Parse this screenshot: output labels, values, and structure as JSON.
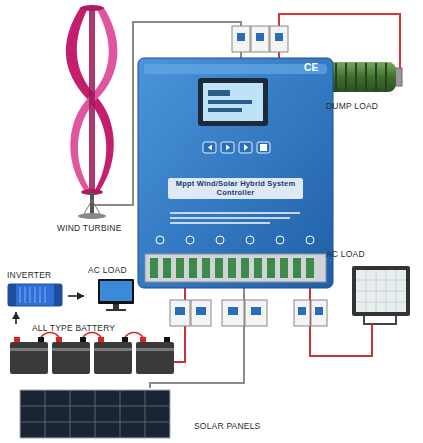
{
  "diagram": {
    "nodes": [
      {
        "text": [
          "WIND TURBINE"
        ]
      },
      {
        "text": [
          "DUMP LOAD"
        ]
      },
      {
        "text": [
          "Mppt Wind/Solar Hybrid System Controller"
        ]
      },
      {
        "text": [
          "AC LOAD"
        ]
      },
      {
        "text": [
          "INVERTER"
        ]
      },
      {
        "text": [
          "AC LOAD"
        ]
      },
      {
        "text": [
          "ALL TYPE BATTERY"
        ]
      },
      {
        "text": [
          "SOLAR PANELS"
        ]
      }
    ],
    "edges": [
      {
        "from": 0,
        "to": 2,
        "arrow": "none"
      },
      {
        "from": 2,
        "to": 1,
        "arrow": "none"
      },
      {
        "from": 2,
        "to": 3,
        "arrow": "none"
      },
      {
        "from": 4,
        "to": 5,
        "arrow": "to"
      },
      {
        "from": 6,
        "to": 4,
        "arrow": "to"
      },
      {
        "from": 2,
        "to": 6,
        "arrow": "none"
      },
      {
        "from": 2,
        "to": 7,
        "arrow": "none"
      }
    ],
    "labels": [
      "CE"
    ]
  }
}
